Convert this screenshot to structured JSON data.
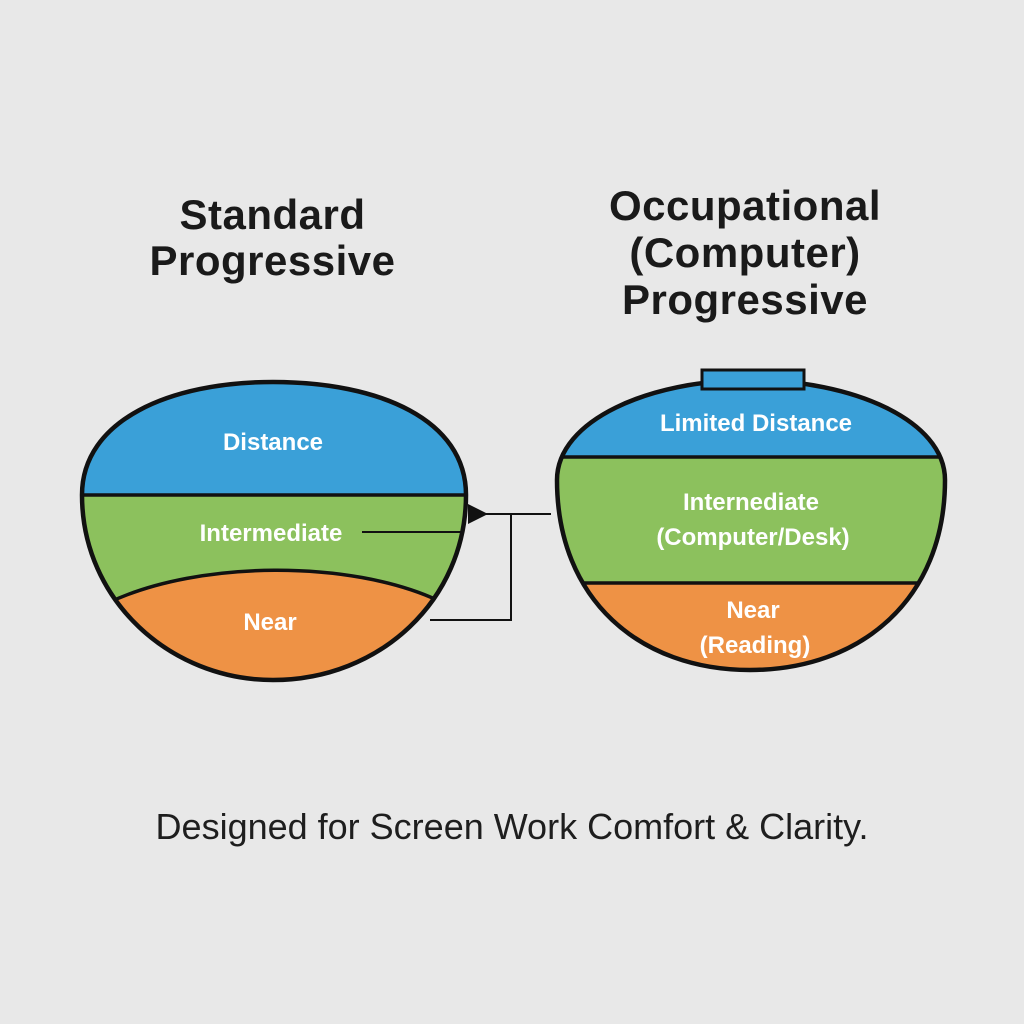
{
  "titles": {
    "left": [
      "Standard",
      "Progressive"
    ],
    "right": [
      "Occupational",
      "(Computer)",
      "Progressive"
    ]
  },
  "lenses": {
    "standard": {
      "zones": [
        {
          "label": "Distance",
          "color": "#3aa0d8"
        },
        {
          "label": "Intermediate",
          "color": "#8cc15d"
        },
        {
          "label": "Near",
          "color": "#ee9245"
        }
      ]
    },
    "occupational": {
      "zones": [
        {
          "label": "Limited Distance",
          "color": "#3aa0d8"
        },
        {
          "label": [
            "Internediate",
            "(Computer/Desk)"
          ],
          "color": "#8cc15d"
        },
        {
          "label": [
            "Near",
            "(Reading)"
          ],
          "color": "#ee9245"
        }
      ]
    }
  },
  "caption": "Designed for Screen Work Comfort & Clarity.",
  "colors": {
    "background": "#e8e8e8",
    "outline": "#111111",
    "distance": "#3aa0d8",
    "intermediate": "#8cc15d",
    "near": "#ee9245"
  }
}
